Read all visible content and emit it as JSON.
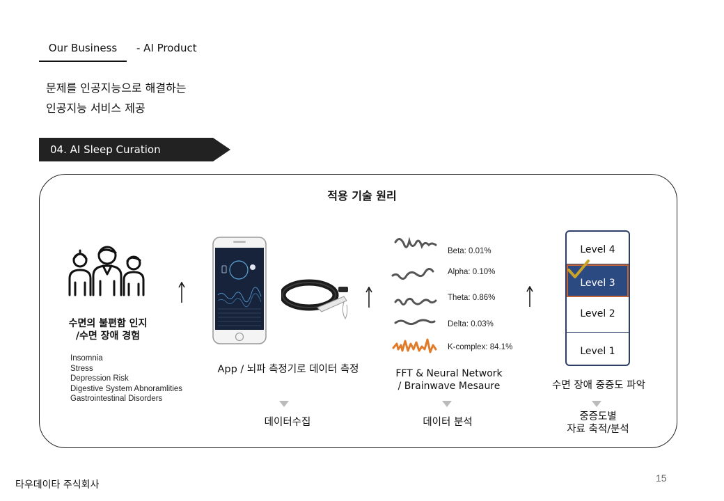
{
  "header": {
    "tab_business": "Our Business",
    "tab_product": "- AI Product"
  },
  "subtitle": {
    "line1": "문제를 인공지능으로 해결하는",
    "line2": "인공지능 서비스 제공"
  },
  "section": {
    "label": "04. AI Sleep Curation"
  },
  "panel": {
    "title": "적용 기술 원리",
    "people": {
      "title_line1": "수면의 불편함 인지",
      "title_line2": "/수면 장애 경험",
      "symptoms": [
        "Insomnia",
        "Stress",
        "Depression Risk",
        "Digestive System Abnoramlities",
        "Gastrointestinal Disorders"
      ]
    },
    "app": {
      "caption": "App / 뇌파 측정기로 데이터 측정"
    },
    "waves": [
      {
        "label": "Beta: 0.01%",
        "color": "#555555"
      },
      {
        "label": "Alpha: 0.10%",
        "color": "#555555"
      },
      {
        "label": "Theta: 0.86%",
        "color": "#555555"
      },
      {
        "label": "Delta: 0.03%",
        "color": "#555555"
      },
      {
        "label": "K-complex: 84.1%",
        "color": "#e07b2a"
      }
    ],
    "fft": {
      "caption_line1": "FFT & Neural Network",
      "caption_line2": "/ Brainwave Mesaure"
    },
    "levels": {
      "items": [
        "Level 4",
        "Level 3",
        "Level 2",
        "Level 1"
      ],
      "selected": "Level 3",
      "caption": "수면 장애 중증도 파악",
      "selected_color": "#2c4a82",
      "check_color": "#c9a227"
    },
    "steps": {
      "collect": "데이터수집",
      "analyze": "데이터 분석",
      "severity_line1": "중증도별",
      "severity_line2": "자료 축적/분석"
    }
  },
  "footer": {
    "company": "타우데이타 주식회사",
    "page_number": "15"
  }
}
